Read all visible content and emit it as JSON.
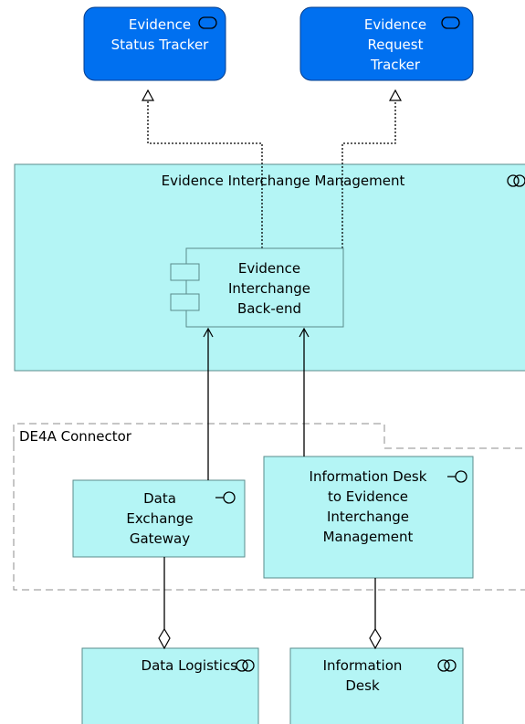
{
  "colors": {
    "service_fill": "#0070f0",
    "service_stroke": "#003c8c",
    "app_fill": "#b4f5f5",
    "app_stroke": "#5a8c8c",
    "group_stroke": "#8c8c8c",
    "edge": "#000000"
  },
  "nodes": {
    "status_tracker": {
      "label": "Evidence\nStatus Tracker",
      "icon": "service-icon"
    },
    "request_tracker": {
      "label": "Evidence\nRequest\nTracker",
      "icon": "service-icon"
    },
    "interchange_mgmt": {
      "label": "Evidence Interchange Management",
      "icon": "collaboration-icon"
    },
    "backend": {
      "label": "Evidence\nInterchange\nBack-end",
      "icon": "component-icon"
    },
    "connector": {
      "label": "DE4A Connector"
    },
    "gateway": {
      "label": "Data\nExchange\nGateway",
      "icon": "interface-icon"
    },
    "info_desk_iface": {
      "label": "Information Desk\nto Evidence\nInterchange\nManagement",
      "icon": "interface-icon"
    },
    "data_logistics": {
      "label": "Data Logistics",
      "icon": "collaboration-icon"
    },
    "info_desk": {
      "label": "Information\nDesk",
      "icon": "collaboration-icon"
    }
  },
  "relationships": [
    {
      "type": "realization",
      "from": "backend",
      "to": "status_tracker"
    },
    {
      "type": "realization",
      "from": "backend",
      "to": "request_tracker"
    },
    {
      "type": "serving",
      "from": "gateway",
      "to": "backend"
    },
    {
      "type": "serving",
      "from": "info_desk_iface",
      "to": "backend"
    },
    {
      "type": "aggregation",
      "from": "data_logistics",
      "to": "gateway"
    },
    {
      "type": "aggregation",
      "from": "info_desk",
      "to": "info_desk_iface"
    }
  ]
}
